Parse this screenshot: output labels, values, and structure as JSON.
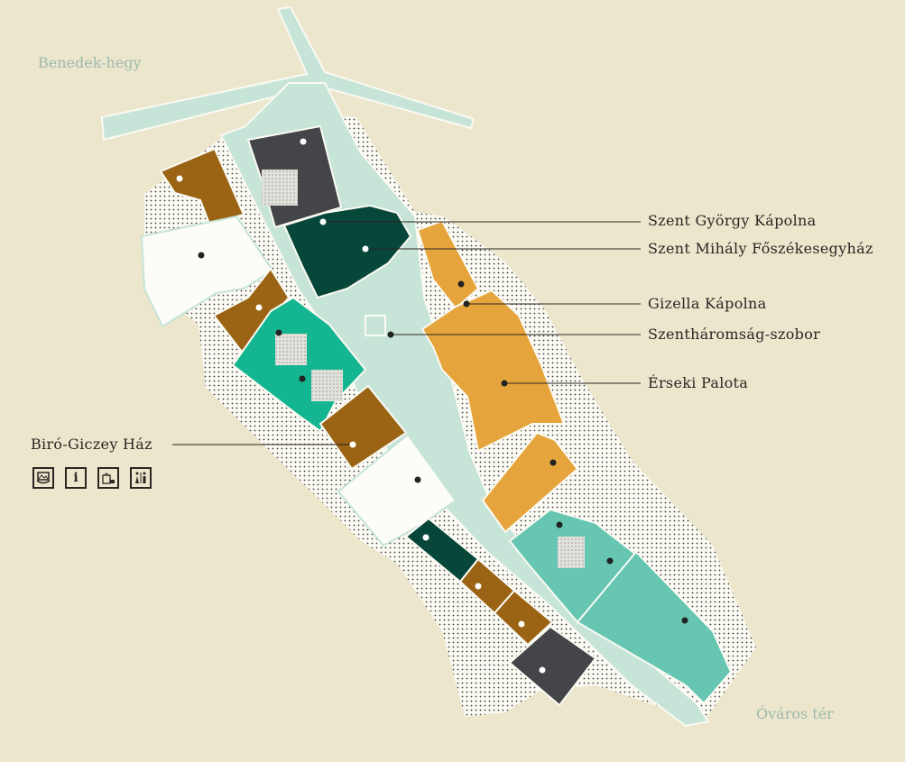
{
  "places": {
    "top_left": "Benedek-hegy",
    "bottom_right": "Óváros tér"
  },
  "labels": {
    "szent_gyorgy": "Szent György Kápolna",
    "szent_mihaly": "Szent Mihály Főszékesegyház",
    "gizella": "Gizella Kápolna",
    "szentharomsag": "Szentháromság-szobor",
    "erseki": "Érseki Palota",
    "biro_giczey": "Biró-Giczey Ház"
  },
  "amenity_icons": [
    "museum-icon",
    "info-icon",
    "shop-icon",
    "restroom-icon"
  ],
  "icon_glyphs": {
    "info": "i"
  },
  "colors": {
    "background": "#ebe6cc",
    "street": "#c6e4d7",
    "brown": "#9a6414",
    "dark_gray": "#444548",
    "dark_green": "#06473a",
    "teal": "#14b591",
    "light_teal": "#66c6b2",
    "orange": "#e6a53c",
    "white": "#fcfcf8"
  }
}
